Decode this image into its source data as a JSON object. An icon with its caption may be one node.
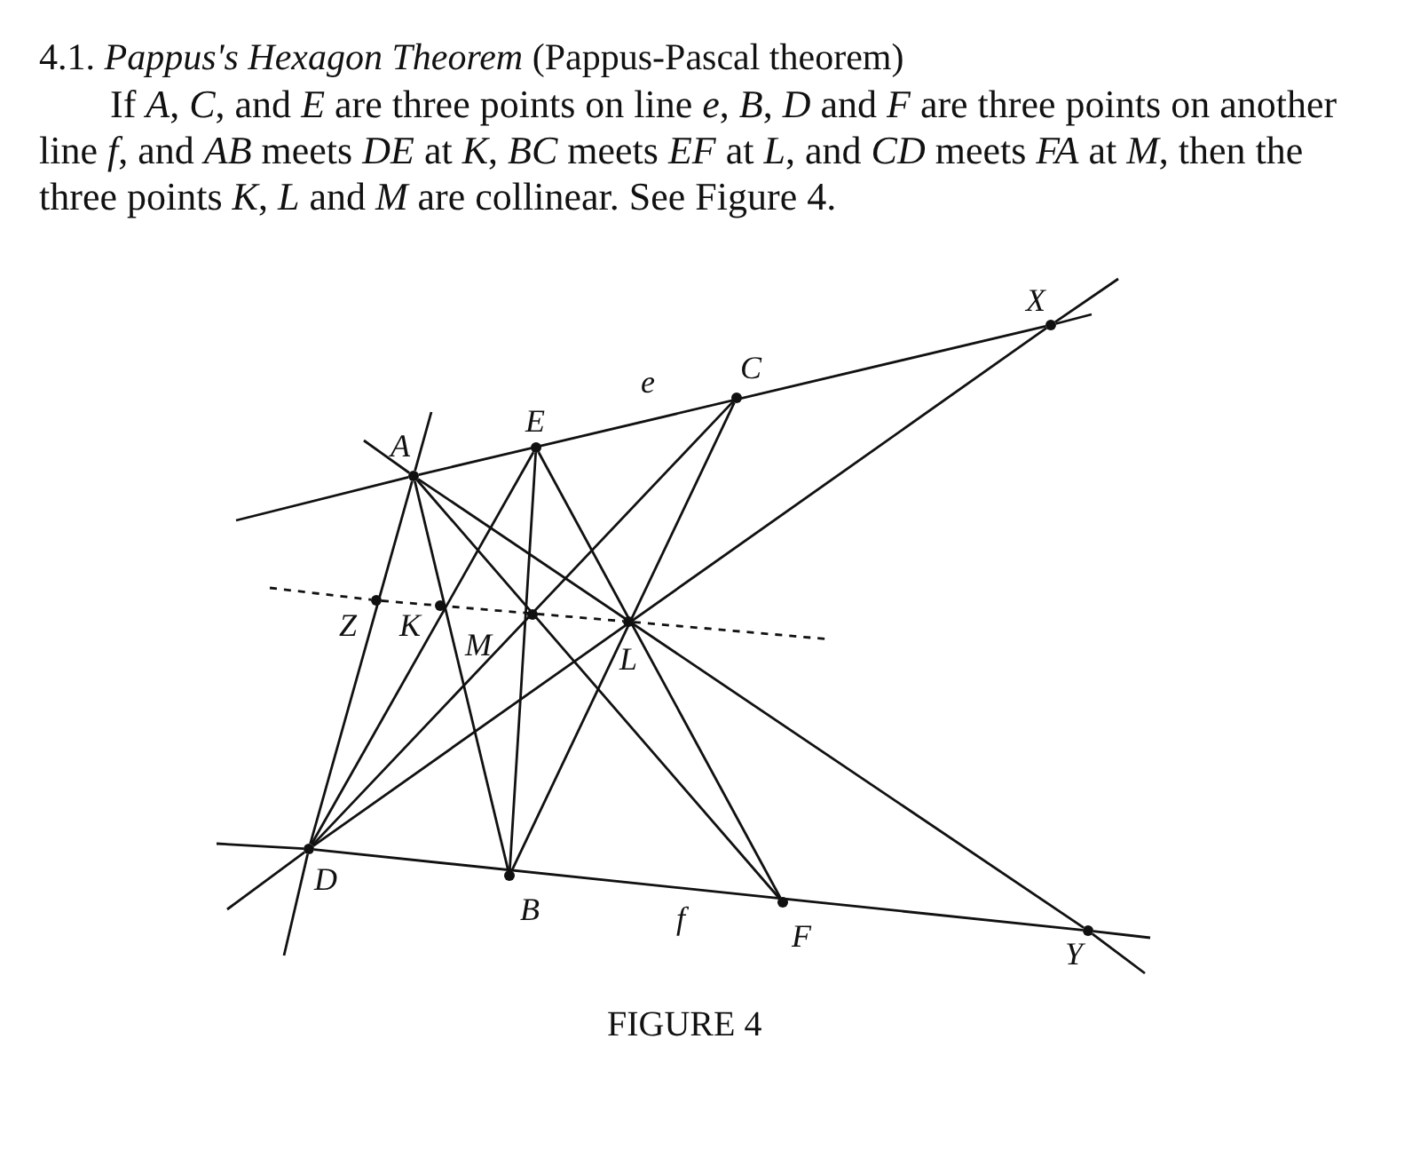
{
  "diagram": {
    "title": "4.1. *Pappus's Hexagon Theorem* (Pappus-Pascal theorem)",
    "caption": "FIGURE 4",
    "labels": [
      "If *A*, *C*, and *E* are three points on line *e*, *B*, *D* and *F* are three points on another line *f*, and *AB* meets *DE* at *K*, *BC* meets *EF* at *L*, and *CD* meets *FA* at *M*, then the three points *K*, *L* and *M* are collinear. See Figure 4."
    ],
    "nodes": [
      {
        "text": [],
        "shape": "circle",
        "beside": [
          "X"
        ]
      },
      {
        "text": [],
        "shape": "circle",
        "beside": [
          "C"
        ]
      },
      {
        "text": [],
        "shape": "circle",
        "beside": [
          "E"
        ]
      },
      {
        "text": [],
        "shape": "circle",
        "beside": [
          "A"
        ]
      },
      {
        "text": [],
        "shape": "circle",
        "beside": [
          "Z"
        ]
      },
      {
        "text": [],
        "shape": "circle",
        "beside": [
          "K"
        ]
      },
      {
        "text": [],
        "shape": "circle",
        "beside": [
          "M"
        ]
      },
      {
        "text": [],
        "shape": "circle",
        "beside": [
          "L"
        ]
      },
      {
        "text": [],
        "shape": "circle",
        "beside": [
          "D"
        ]
      },
      {
        "text": [],
        "shape": "circle",
        "beside": [
          "B"
        ]
      },
      {
        "text": [],
        "shape": "circle",
        "beside": [
          "F"
        ]
      },
      {
        "text": [],
        "shape": "circle",
        "beside": [
          "Y"
        ]
      }
    ],
    "edges": [
      {
        "from": 3,
        "to": 0,
        "arrow": "none",
        "label": "e"
      },
      {
        "from": 8,
        "to": 11,
        "arrow": "none",
        "label": "f"
      },
      {
        "from": 3,
        "to": 9,
        "arrow": "none"
      },
      {
        "from": 3,
        "to": 10,
        "arrow": "none"
      },
      {
        "from": 8,
        "to": 2,
        "arrow": "none"
      },
      {
        "from": 8,
        "to": 1,
        "arrow": "none"
      },
      {
        "from": 2,
        "to": 9,
        "arrow": "none"
      },
      {
        "from": 9,
        "to": 1,
        "arrow": "none"
      },
      {
        "from": 2,
        "to": 10,
        "arrow": "none"
      },
      {
        "from": 8,
        "to": 0,
        "arrow": "none"
      },
      {
        "from": 3,
        "to": 11,
        "arrow": "none"
      },
      {
        "from": 8,
        "to": 3,
        "arrow": "none"
      },
      {
        "from": 4,
        "to": 7,
        "arrow": "none",
        "style": "dashed"
      },
      {
        "from": null,
        "to": 3,
        "arrow": "none"
      },
      {
        "from": 0,
        "to": null,
        "arrow": "none"
      },
      {
        "from": null,
        "to": 8,
        "arrow": "none"
      },
      {
        "from": 11,
        "to": null,
        "arrow": "none"
      },
      {
        "from": null,
        "to": 8,
        "arrow": "none"
      },
      {
        "from": 0,
        "to": null,
        "arrow": "none"
      },
      {
        "from": null,
        "to": 3,
        "arrow": "none"
      },
      {
        "from": 11,
        "to": null,
        "arrow": "none"
      },
      {
        "from": null,
        "to": 8,
        "arrow": "none"
      },
      {
        "from": 3,
        "to": null,
        "arrow": "none"
      },
      {
        "from": null,
        "to": 4,
        "arrow": "none",
        "style": "dashed"
      },
      {
        "from": 7,
        "to": null,
        "arrow": "none",
        "style": "dashed"
      }
    ]
  }
}
